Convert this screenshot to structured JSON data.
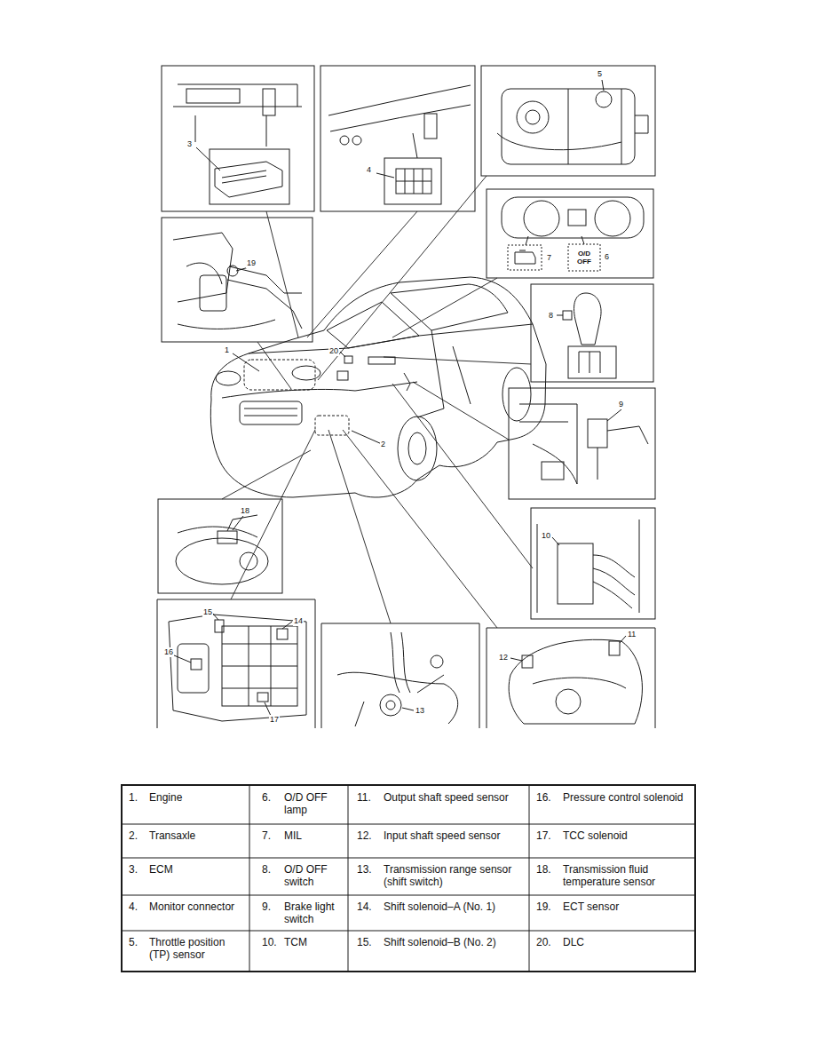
{
  "diagram": {
    "labels": [
      "3",
      "4",
      "5",
      "7",
      "6",
      "O/D OFF",
      "19",
      "1",
      "20",
      "8",
      "9",
      "2",
      "18",
      "10",
      "15",
      "14",
      "16",
      "13",
      "12",
      "11",
      "17",
      "1.",
      "Engine",
      "6.",
      "O/D OFF lamp",
      "11.",
      "Output shaft speed sensor",
      "16.",
      "Pressure control solenoid",
      "2.",
      "Transaxle",
      "7.",
      "MIL",
      "12.",
      "Input shaft speed sensor",
      "17.",
      "TCC solenoid",
      "3.",
      "ECM",
      "8.",
      "O/D OFF switch",
      "13.",
      "Transmission range sensor (shift switch)",
      "18.",
      "Transmission fluid temperature sensor",
      "4.",
      "Monitor connector",
      "9.",
      "Brake light switch",
      "14.",
      "Shift solenoid–A (No. 1)",
      "19.",
      "ECT sensor",
      "5.",
      "Throttle position (TP) sensor",
      "10.",
      "TCM",
      "15.",
      "Shift solenoid–B (No. 2)",
      "20.",
      "DLC"
    ]
  }
}
